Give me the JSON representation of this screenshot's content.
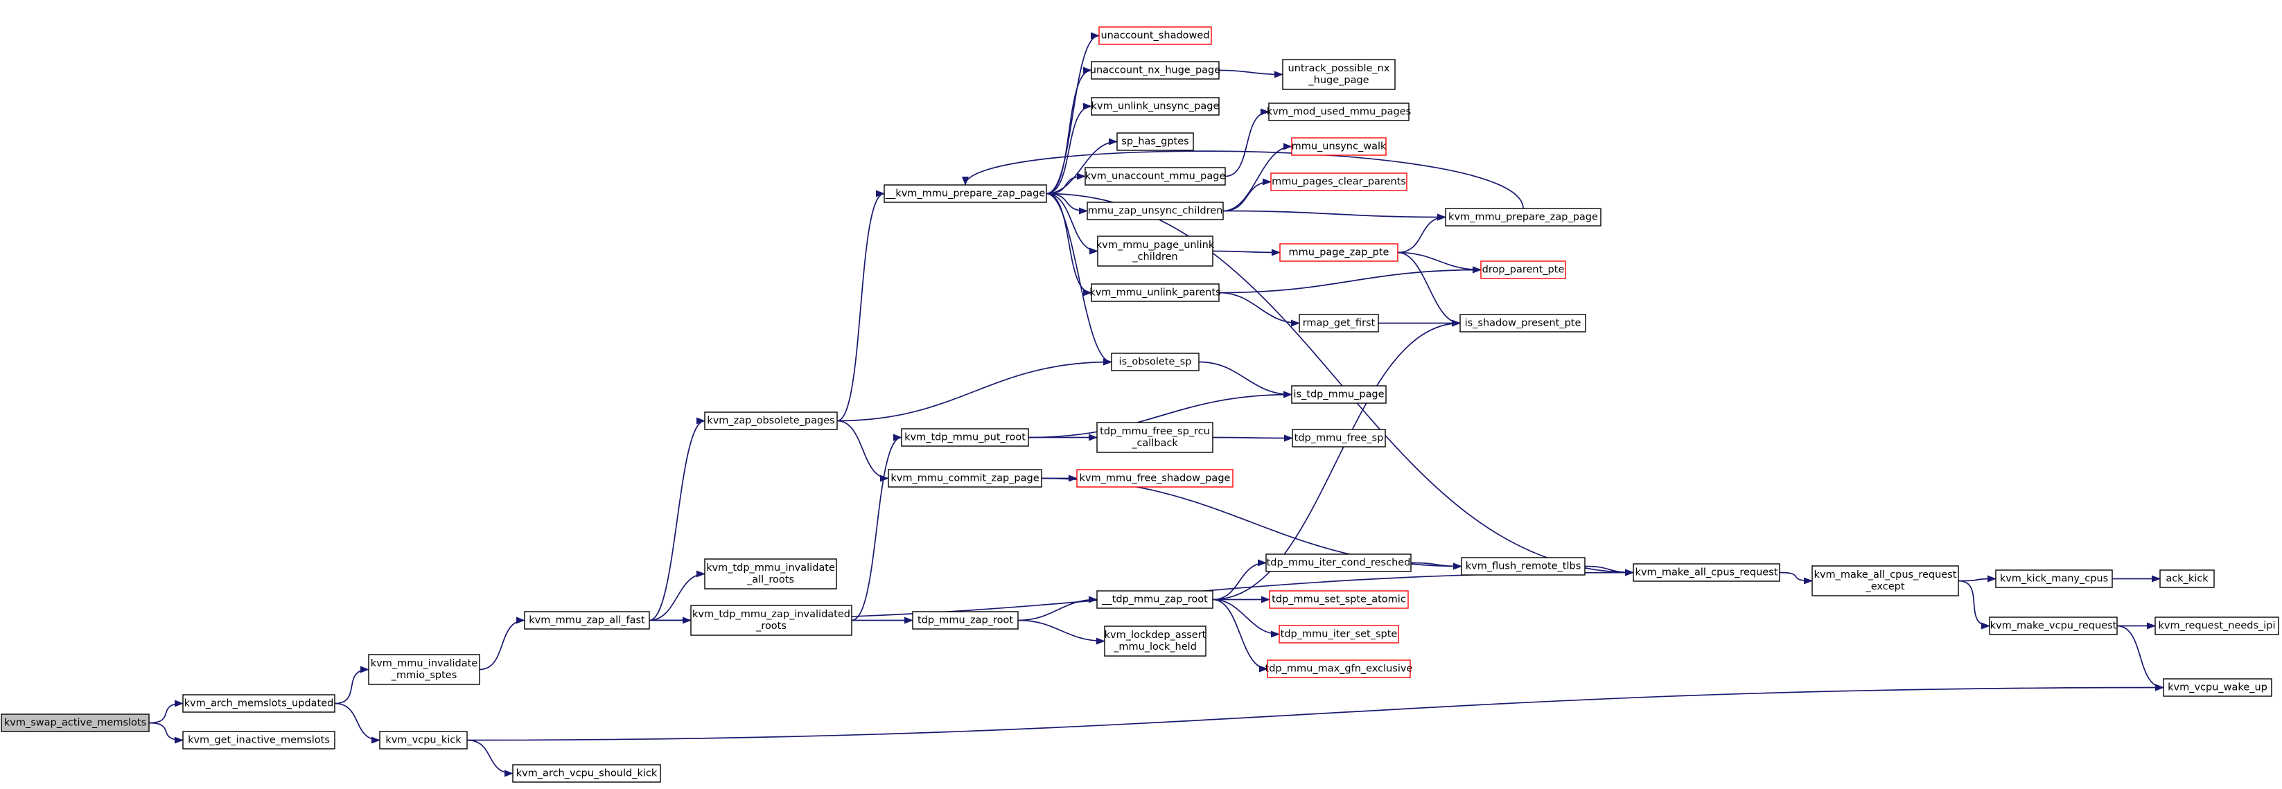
{
  "colors": {
    "edge": "#191970",
    "node_border": "#000000",
    "node_border_undocumented": "#ff0000",
    "focus_fill": "#bfbfbf"
  },
  "nodes": [
    {
      "id": "kvm_swap_active_memslots",
      "lines": [
        "kvm_swap_active_memslots"
      ],
      "border": "black",
      "focus": true
    },
    {
      "id": "kvm_arch_memslots_updated",
      "lines": [
        "kvm_arch_memslots_updated"
      ],
      "border": "black"
    },
    {
      "id": "kvm_get_inactive_memslots",
      "lines": [
        "kvm_get_inactive_memslots"
      ],
      "border": "black"
    },
    {
      "id": "kvm_mmu_invalidate_mmio_sptes",
      "lines": [
        "kvm_mmu_invalidate",
        "_mmio_sptes"
      ],
      "border": "black"
    },
    {
      "id": "kvm_vcpu_kick",
      "lines": [
        "kvm_vcpu_kick"
      ],
      "border": "black"
    },
    {
      "id": "kvm_arch_vcpu_should_kick",
      "lines": [
        "kvm_arch_vcpu_should_kick"
      ],
      "border": "black"
    },
    {
      "id": "kvm_mmu_zap_all_fast",
      "lines": [
        "kvm_mmu_zap_all_fast"
      ],
      "border": "black"
    },
    {
      "id": "kvm_zap_obsolete_pages",
      "lines": [
        "kvm_zap_obsolete_pages"
      ],
      "border": "black"
    },
    {
      "id": "kvm_tdp_mmu_invalidate_all_roots",
      "lines": [
        "kvm_tdp_mmu_invalidate",
        "_all_roots"
      ],
      "border": "black"
    },
    {
      "id": "kvm_tdp_mmu_zap_invalidated_roots",
      "lines": [
        "kvm_tdp_mmu_zap_invalidated",
        "_roots"
      ],
      "border": "black"
    },
    {
      "id": "__kvm_mmu_prepare_zap_page",
      "lines": [
        "__kvm_mmu_prepare_zap_page"
      ],
      "border": "black"
    },
    {
      "id": "kvm_tdp_mmu_put_root",
      "lines": [
        "kvm_tdp_mmu_put_root"
      ],
      "border": "black"
    },
    {
      "id": "kvm_mmu_commit_zap_page",
      "lines": [
        "kvm_mmu_commit_zap_page"
      ],
      "border": "black"
    },
    {
      "id": "tdp_mmu_zap_root",
      "lines": [
        "tdp_mmu_zap_root"
      ],
      "border": "black"
    },
    {
      "id": "unaccount_shadowed",
      "lines": [
        "unaccount_shadowed"
      ],
      "border": "red"
    },
    {
      "id": "unaccount_nx_huge_page",
      "lines": [
        "unaccount_nx_huge_page"
      ],
      "border": "black"
    },
    {
      "id": "kvm_unlink_unsync_page",
      "lines": [
        "kvm_unlink_unsync_page"
      ],
      "border": "black"
    },
    {
      "id": "sp_has_gptes",
      "lines": [
        "sp_has_gptes"
      ],
      "border": "black"
    },
    {
      "id": "kvm_unaccount_mmu_page",
      "lines": [
        "kvm_unaccount_mmu_page"
      ],
      "border": "black"
    },
    {
      "id": "mmu_zap_unsync_children",
      "lines": [
        "mmu_zap_unsync_children"
      ],
      "border": "black"
    },
    {
      "id": "kvm_mmu_page_unlink_children",
      "lines": [
        "kvm_mmu_page_unlink",
        "_children"
      ],
      "border": "black"
    },
    {
      "id": "kvm_mmu_unlink_parents",
      "lines": [
        "kvm_mmu_unlink_parents"
      ],
      "border": "black"
    },
    {
      "id": "is_obsolete_sp",
      "lines": [
        "is_obsolete_sp"
      ],
      "border": "black"
    },
    {
      "id": "tdp_mmu_free_sp_rcu_callback",
      "lines": [
        "tdp_mmu_free_sp_rcu",
        "_callback"
      ],
      "border": "black"
    },
    {
      "id": "kvm_mmu_free_shadow_page",
      "lines": [
        "kvm_mmu_free_shadow_page"
      ],
      "border": "red"
    },
    {
      "id": "__tdp_mmu_zap_root",
      "lines": [
        "__tdp_mmu_zap_root"
      ],
      "border": "black"
    },
    {
      "id": "kvm_lockdep_assert_mmu_lock_held",
      "lines": [
        "kvm_lockdep_assert",
        "_mmu_lock_held"
      ],
      "border": "black"
    },
    {
      "id": "untrack_possible_nx_huge_page",
      "lines": [
        "untrack_possible_nx",
        "_huge_page"
      ],
      "border": "black"
    },
    {
      "id": "kvm_mod_used_mmu_pages",
      "lines": [
        "kvm_mod_used_mmu_pages"
      ],
      "border": "black"
    },
    {
      "id": "mmu_unsync_walk",
      "lines": [
        "mmu_unsync_walk"
      ],
      "border": "red"
    },
    {
      "id": "mmu_pages_clear_parents",
      "lines": [
        "mmu_pages_clear_parents"
      ],
      "border": "red"
    },
    {
      "id": "mmu_page_zap_pte",
      "lines": [
        "mmu_page_zap_pte"
      ],
      "border": "red"
    },
    {
      "id": "rmap_get_first",
      "lines": [
        "rmap_get_first"
      ],
      "border": "black"
    },
    {
      "id": "is_tdp_mmu_page",
      "lines": [
        "is_tdp_mmu_page"
      ],
      "border": "black"
    },
    {
      "id": "tdp_mmu_free_sp",
      "lines": [
        "tdp_mmu_free_sp"
      ],
      "border": "black"
    },
    {
      "id": "tdp_mmu_iter_cond_resched",
      "lines": [
        "tdp_mmu_iter_cond_resched"
      ],
      "border": "black"
    },
    {
      "id": "tdp_mmu_set_spte_atomic",
      "lines": [
        "tdp_mmu_set_spte_atomic"
      ],
      "border": "red"
    },
    {
      "id": "tdp_mmu_iter_set_spte",
      "lines": [
        "tdp_mmu_iter_set_spte"
      ],
      "border": "red"
    },
    {
      "id": "tdp_mmu_max_gfn_exclusive",
      "lines": [
        "tdp_mmu_max_gfn_exclusive"
      ],
      "border": "red"
    },
    {
      "id": "kvm_mmu_prepare_zap_page",
      "lines": [
        "kvm_mmu_prepare_zap_page"
      ],
      "border": "black"
    },
    {
      "id": "drop_parent_pte",
      "lines": [
        "drop_parent_pte"
      ],
      "border": "red"
    },
    {
      "id": "is_shadow_present_pte",
      "lines": [
        "is_shadow_present_pte"
      ],
      "border": "black"
    },
    {
      "id": "kvm_flush_remote_tlbs",
      "lines": [
        "kvm_flush_remote_tlbs"
      ],
      "border": "black"
    },
    {
      "id": "kvm_make_all_cpus_request",
      "lines": [
        "kvm_make_all_cpus_request"
      ],
      "border": "black"
    },
    {
      "id": "kvm_make_all_cpus_request_except",
      "lines": [
        "kvm_make_all_cpus_request",
        "_except"
      ],
      "border": "black"
    },
    {
      "id": "kvm_kick_many_cpus",
      "lines": [
        "kvm_kick_many_cpus"
      ],
      "border": "black"
    },
    {
      "id": "kvm_make_vcpu_request",
      "lines": [
        "kvm_make_vcpu_request"
      ],
      "border": "black"
    },
    {
      "id": "ack_kick",
      "lines": [
        "ack_kick"
      ],
      "border": "black"
    },
    {
      "id": "kvm_request_needs_ipi",
      "lines": [
        "kvm_request_needs_ipi"
      ],
      "border": "black"
    },
    {
      "id": "kvm_vcpu_wake_up",
      "lines": [
        "kvm_vcpu_wake_up"
      ],
      "border": "black"
    }
  ],
  "edges": [
    [
      "kvm_swap_active_memslots",
      "kvm_arch_memslots_updated"
    ],
    [
      "kvm_swap_active_memslots",
      "kvm_get_inactive_memslots"
    ],
    [
      "kvm_arch_memslots_updated",
      "kvm_mmu_invalidate_mmio_sptes"
    ],
    [
      "kvm_arch_memslots_updated",
      "kvm_vcpu_kick"
    ],
    [
      "kvm_vcpu_kick",
      "kvm_arch_vcpu_should_kick"
    ],
    [
      "kvm_vcpu_kick",
      "kvm_vcpu_wake_up"
    ],
    [
      "kvm_mmu_invalidate_mmio_sptes",
      "kvm_mmu_zap_all_fast"
    ],
    [
      "kvm_mmu_zap_all_fast",
      "kvm_zap_obsolete_pages"
    ],
    [
      "kvm_mmu_zap_all_fast",
      "kvm_tdp_mmu_invalidate_all_roots"
    ],
    [
      "kvm_mmu_zap_all_fast",
      "kvm_tdp_mmu_zap_invalidated_roots"
    ],
    [
      "kvm_mmu_zap_all_fast",
      "kvm_make_all_cpus_request"
    ],
    [
      "kvm_zap_obsolete_pages",
      "__kvm_mmu_prepare_zap_page"
    ],
    [
      "kvm_zap_obsolete_pages",
      "is_obsolete_sp"
    ],
    [
      "kvm_zap_obsolete_pages",
      "kvm_mmu_commit_zap_page"
    ],
    [
      "kvm_tdp_mmu_zap_invalidated_roots",
      "kvm_tdp_mmu_put_root"
    ],
    [
      "kvm_tdp_mmu_zap_invalidated_roots",
      "tdp_mmu_zap_root"
    ],
    [
      "__kvm_mmu_prepare_zap_page",
      "unaccount_shadowed"
    ],
    [
      "__kvm_mmu_prepare_zap_page",
      "unaccount_nx_huge_page"
    ],
    [
      "__kvm_mmu_prepare_zap_page",
      "kvm_unlink_unsync_page"
    ],
    [
      "__kvm_mmu_prepare_zap_page",
      "sp_has_gptes"
    ],
    [
      "__kvm_mmu_prepare_zap_page",
      "kvm_unaccount_mmu_page"
    ],
    [
      "__kvm_mmu_prepare_zap_page",
      "mmu_zap_unsync_children"
    ],
    [
      "__kvm_mmu_prepare_zap_page",
      "kvm_mmu_page_unlink_children"
    ],
    [
      "__kvm_mmu_prepare_zap_page",
      "kvm_mmu_unlink_parents"
    ],
    [
      "__kvm_mmu_prepare_zap_page",
      "is_obsolete_sp"
    ],
    [
      "__kvm_mmu_prepare_zap_page",
      "kvm_make_all_cpus_request"
    ],
    [
      "unaccount_nx_huge_page",
      "untrack_possible_nx_huge_page"
    ],
    [
      "kvm_unaccount_mmu_page",
      "kvm_mod_used_mmu_pages"
    ],
    [
      "mmu_zap_unsync_children",
      "mmu_unsync_walk"
    ],
    [
      "mmu_zap_unsync_children",
      "mmu_pages_clear_parents"
    ],
    [
      "mmu_zap_unsync_children",
      "kvm_mmu_prepare_zap_page"
    ],
    [
      "kvm_mmu_prepare_zap_page",
      "__kvm_mmu_prepare_zap_page"
    ],
    [
      "kvm_mmu_page_unlink_children",
      "mmu_page_zap_pte"
    ],
    [
      "mmu_page_zap_pte",
      "kvm_mmu_prepare_zap_page"
    ],
    [
      "mmu_page_zap_pte",
      "drop_parent_pte"
    ],
    [
      "mmu_page_zap_pte",
      "is_shadow_present_pte"
    ],
    [
      "kvm_mmu_unlink_parents",
      "drop_parent_pte"
    ],
    [
      "kvm_mmu_unlink_parents",
      "rmap_get_first"
    ],
    [
      "rmap_get_first",
      "is_shadow_present_pte"
    ],
    [
      "is_obsolete_sp",
      "is_tdp_mmu_page"
    ],
    [
      "kvm_tdp_mmu_put_root",
      "is_tdp_mmu_page"
    ],
    [
      "kvm_tdp_mmu_put_root",
      "tdp_mmu_free_sp_rcu_callback"
    ],
    [
      "tdp_mmu_free_sp_rcu_callback",
      "tdp_mmu_free_sp"
    ],
    [
      "kvm_mmu_commit_zap_page",
      "kvm_mmu_free_shadow_page"
    ],
    [
      "kvm_mmu_commit_zap_page",
      "kvm_flush_remote_tlbs"
    ],
    [
      "tdp_mmu_zap_root",
      "__tdp_mmu_zap_root"
    ],
    [
      "tdp_mmu_zap_root",
      "kvm_lockdep_assert_mmu_lock_held"
    ],
    [
      "__tdp_mmu_zap_root",
      "is_shadow_present_pte"
    ],
    [
      "__tdp_mmu_zap_root",
      "tdp_mmu_iter_cond_resched"
    ],
    [
      "__tdp_mmu_zap_root",
      "tdp_mmu_set_spte_atomic"
    ],
    [
      "__tdp_mmu_zap_root",
      "tdp_mmu_iter_set_spte"
    ],
    [
      "__tdp_mmu_zap_root",
      "tdp_mmu_max_gfn_exclusive"
    ],
    [
      "tdp_mmu_iter_cond_resched",
      "kvm_flush_remote_tlbs"
    ],
    [
      "kvm_flush_remote_tlbs",
      "kvm_make_all_cpus_request"
    ],
    [
      "kvm_make_all_cpus_request",
      "kvm_make_all_cpus_request_except"
    ],
    [
      "kvm_make_all_cpus_request_except",
      "kvm_kick_many_cpus"
    ],
    [
      "kvm_make_all_cpus_request_except",
      "kvm_make_vcpu_request"
    ],
    [
      "kvm_kick_many_cpus",
      "ack_kick"
    ],
    [
      "kvm_make_vcpu_request",
      "kvm_request_needs_ipi"
    ],
    [
      "kvm_make_vcpu_request",
      "kvm_vcpu_wake_up"
    ]
  ]
}
